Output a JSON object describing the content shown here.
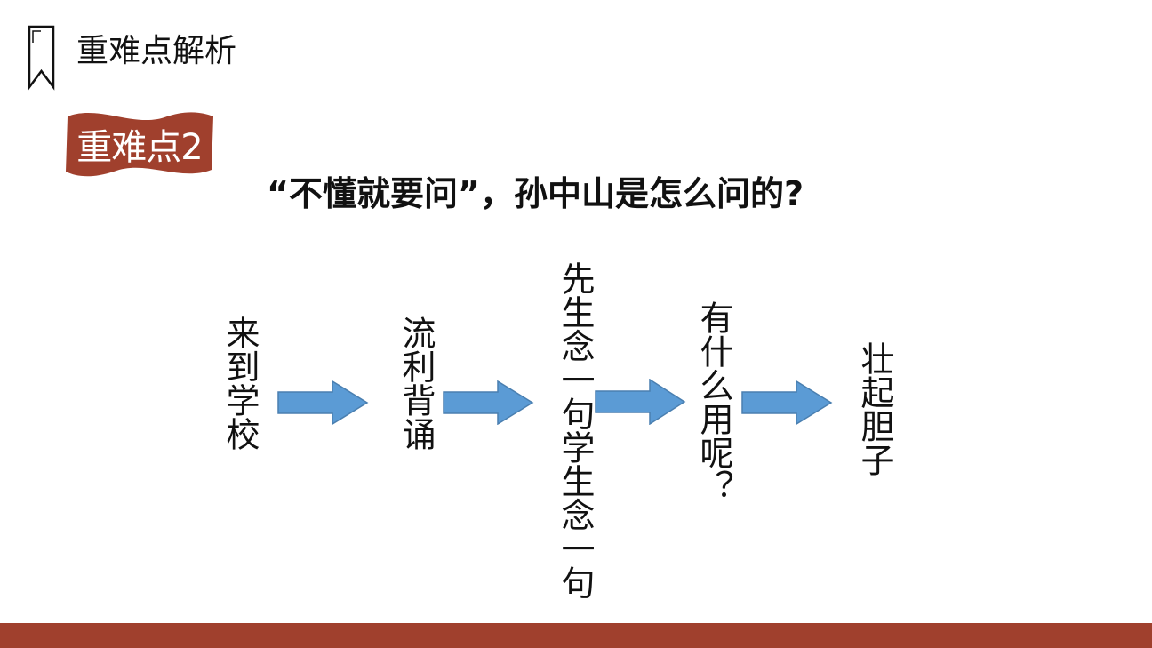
{
  "header": {
    "title": "重难点解析",
    "icon": "bookmark-icon"
  },
  "badge": {
    "label": "重难点2",
    "color": "#a0402d"
  },
  "question": "“不懂就要问”，孙中山是怎么问的?",
  "flow": {
    "steps": [
      "来到学校",
      "流利背诵",
      "先生念一句学生念一句",
      "有什么用呢？",
      "壮起胆子"
    ],
    "arrow_color": "#5b9bd5",
    "arrow_stroke": "#4a7fb0"
  },
  "footer": {
    "color": "#a0402d"
  }
}
